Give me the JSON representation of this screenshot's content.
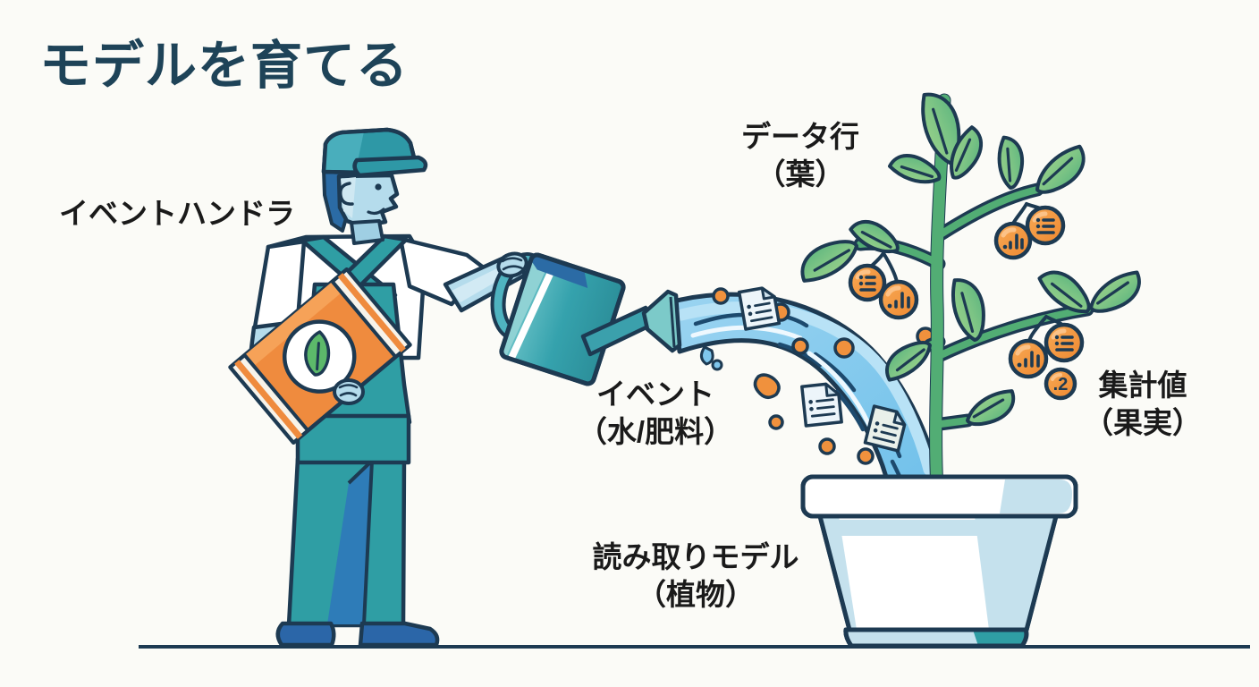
{
  "title": "モデルを育てる",
  "labels": {
    "event_handler": "イベントハンドラ",
    "data_rows_line1": "データ行",
    "data_rows_line2": "（葉）",
    "events_line1": "イベント",
    "events_line2": "（水/肥料）",
    "aggregates_line1": "集計値",
    "aggregates_line2": "（果実）",
    "read_model_line1": "読み取りモデル",
    "read_model_line2": "（植物）"
  },
  "fruit_badge_value": ".2",
  "illustration": {
    "scene": "gardener watering a potted plant",
    "gardener_items": [
      "cap",
      "overalls",
      "fertilizer-bag",
      "watering-can"
    ],
    "stream_contents": [
      "water",
      "orange-droplets",
      "document-rows"
    ],
    "fruit_icon_types": [
      "bar-chart",
      "list-rows",
      "decimal-value"
    ]
  },
  "colors": {
    "background": "#fbfbf7",
    "outline": "#1d3a52",
    "title_text": "#1e4358",
    "label_text": "#1a1a1a",
    "teal": "#2f9ea4",
    "cap_blue": "#2b6ba5",
    "shadow_blue": "#2e7cb8",
    "skin_blue": "#b5dcec",
    "water_blue": "#7fc6ec",
    "orange": "#f0913d",
    "leaf_green_light": "#a9d78c",
    "leaf_green_dark": "#4fae7c",
    "stem_green": "#52ad74",
    "pot_blue": "#c5e1ed"
  }
}
